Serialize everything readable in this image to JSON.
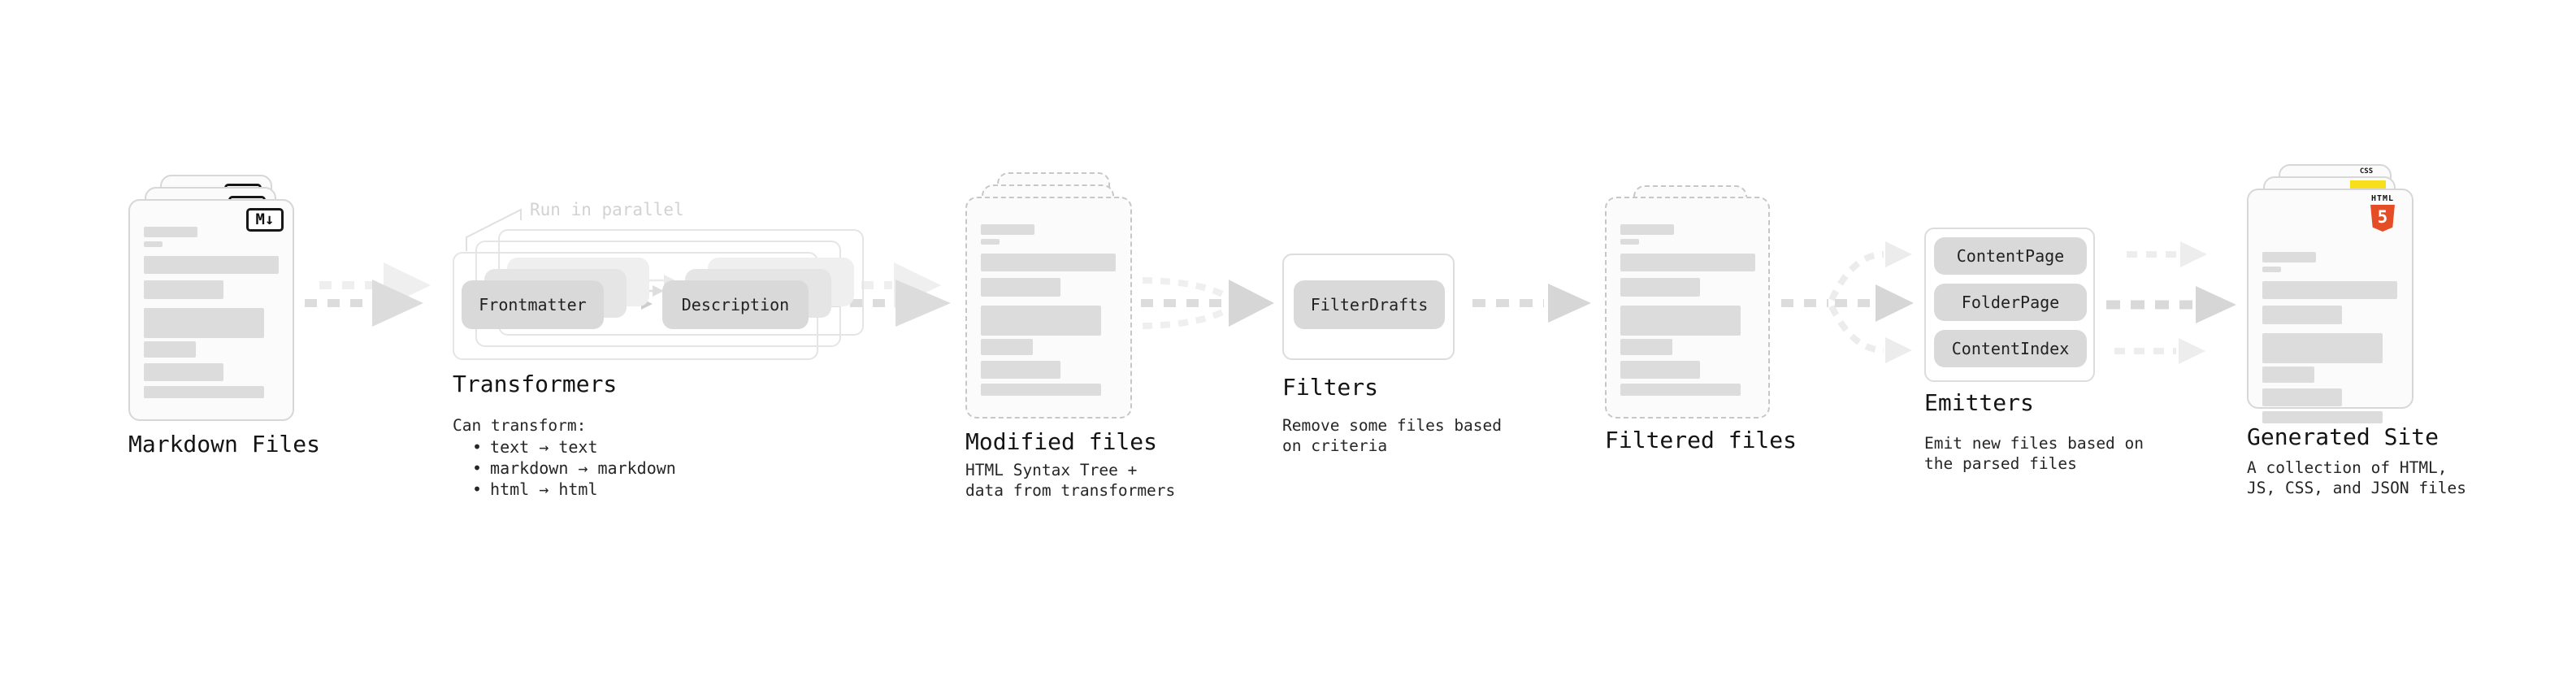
{
  "diagram": {
    "markdown_files": {
      "title": "Markdown Files",
      "badge": "M↓"
    },
    "transformers": {
      "title": "Transformers",
      "callout": "Run in parallel",
      "pill_left": "Frontmatter",
      "pill_right": "Description",
      "desc_heading": "Can transform:",
      "bullet_char": "•",
      "bullets": [
        "text → text",
        "markdown → markdown",
        "html → html"
      ]
    },
    "modified_files": {
      "title": "Modified files",
      "desc_line1": "HTML Syntax Tree +",
      "desc_line2": "data from transformers"
    },
    "filters": {
      "title": "Filters",
      "pill": "FilterDrafts",
      "desc_line1": "Remove some files based",
      "desc_line2": "on criteria"
    },
    "filtered_files": {
      "title": "Filtered files"
    },
    "emitters": {
      "title": "Emitters",
      "pills": [
        "ContentPage",
        "FolderPage",
        "ContentIndex"
      ],
      "desc_line1": "Emit new files based on",
      "desc_line2": "the parsed files"
    },
    "generated_site": {
      "title": "Generated Site",
      "desc_line1": "A collection of HTML,",
      "desc_line2": "JS, CSS, and JSON files",
      "html5_badge_word": "HTML",
      "html5_badge_number": "5",
      "css_badge": "CSS"
    },
    "colors": {
      "html5_orange": "#e44d26",
      "js_yellow": "#f7df1e",
      "css_blue": "#2965f1"
    }
  }
}
